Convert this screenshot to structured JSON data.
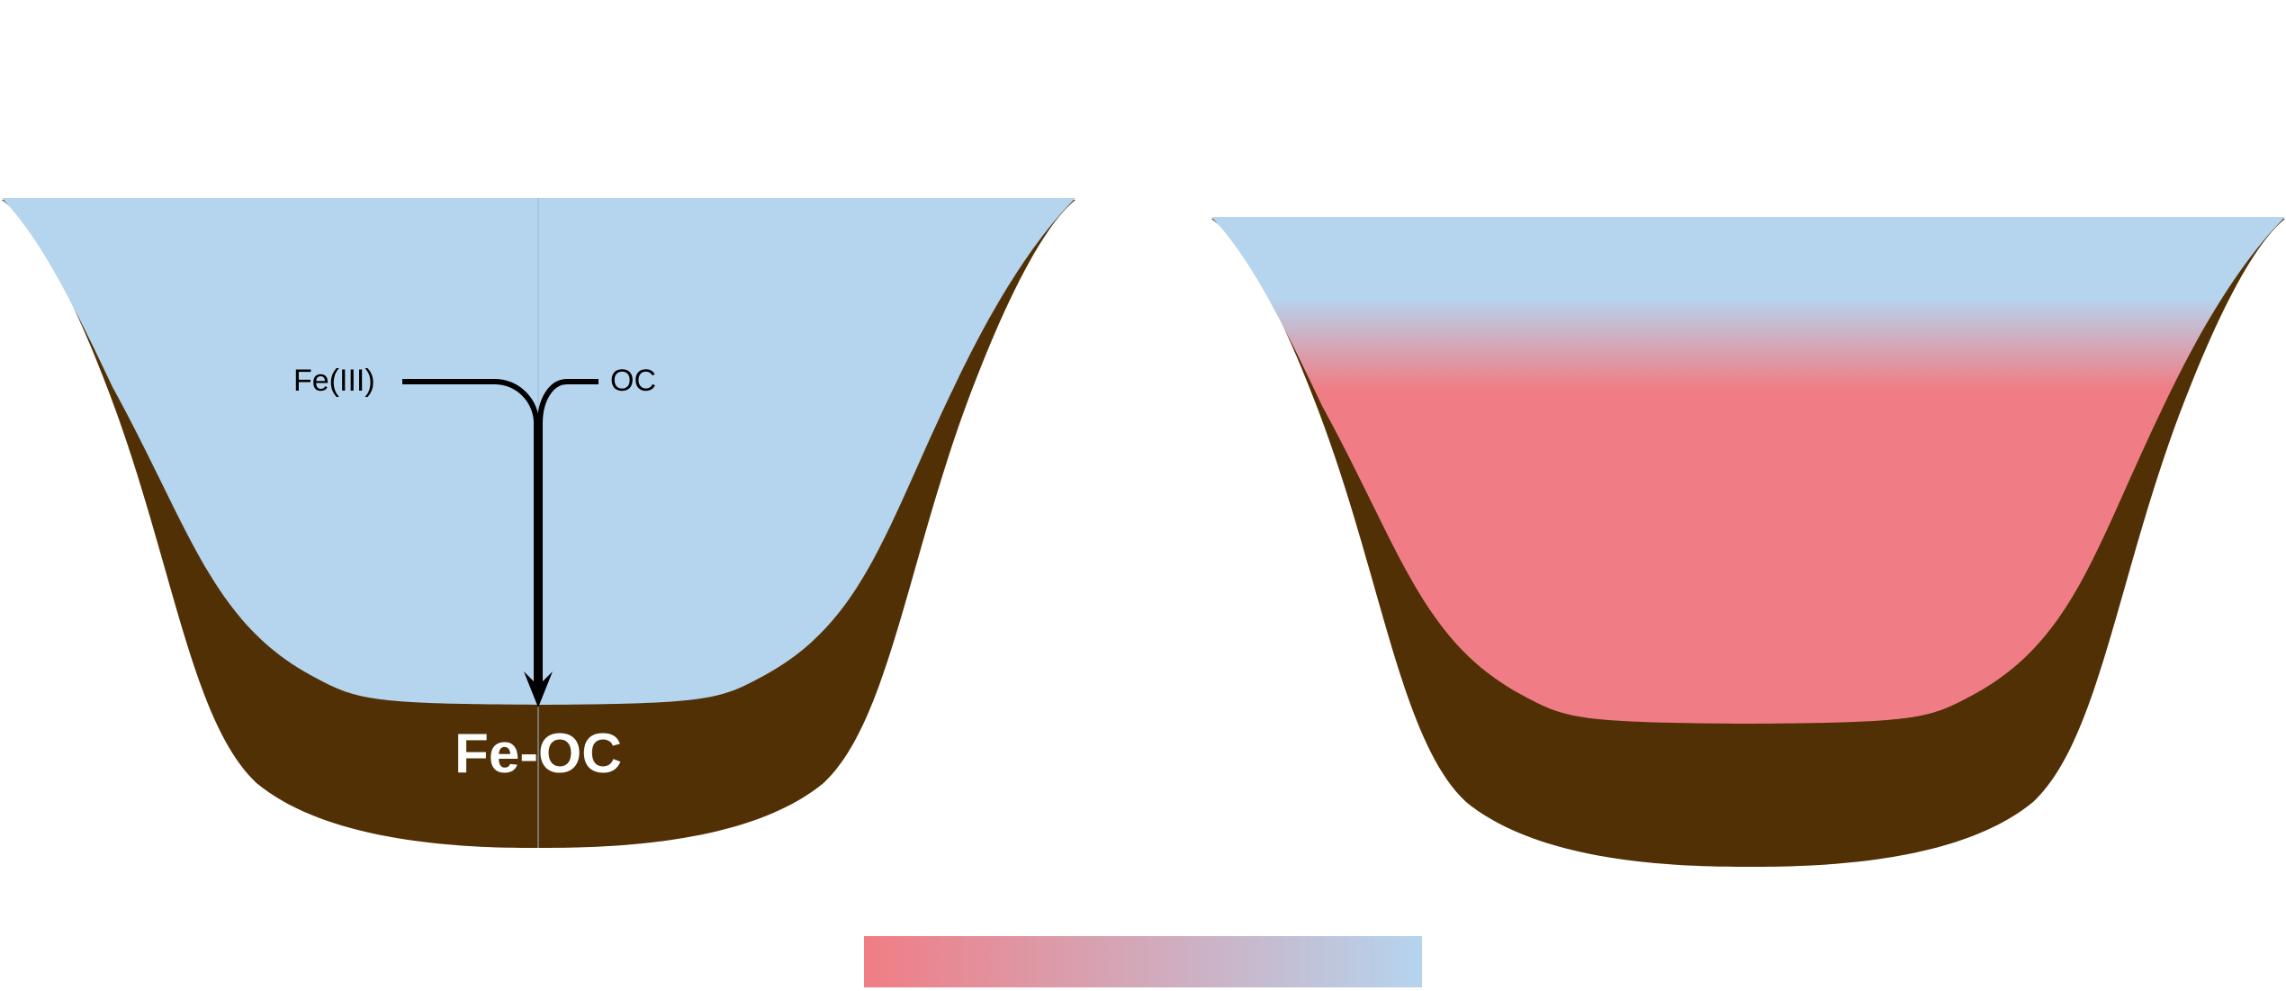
{
  "colors": {
    "water": "#b5d4ee",
    "oxic": "#b5d4ee",
    "anoxic": "#f07d85",
    "sediment": "#523006",
    "arrow": "#000000",
    "product_text": "#ffffff"
  },
  "left_lake": {
    "reactant_1": "Fe(III)",
    "reactant_2": "OC",
    "product": "Fe-OC"
  },
  "right_lake": {
    "water_column_gradient": "oxic top to anoxic bottom"
  },
  "legend_bar": {
    "gradient_from_color": "#f07d85",
    "gradient_to_color": "#b5d4ee"
  }
}
